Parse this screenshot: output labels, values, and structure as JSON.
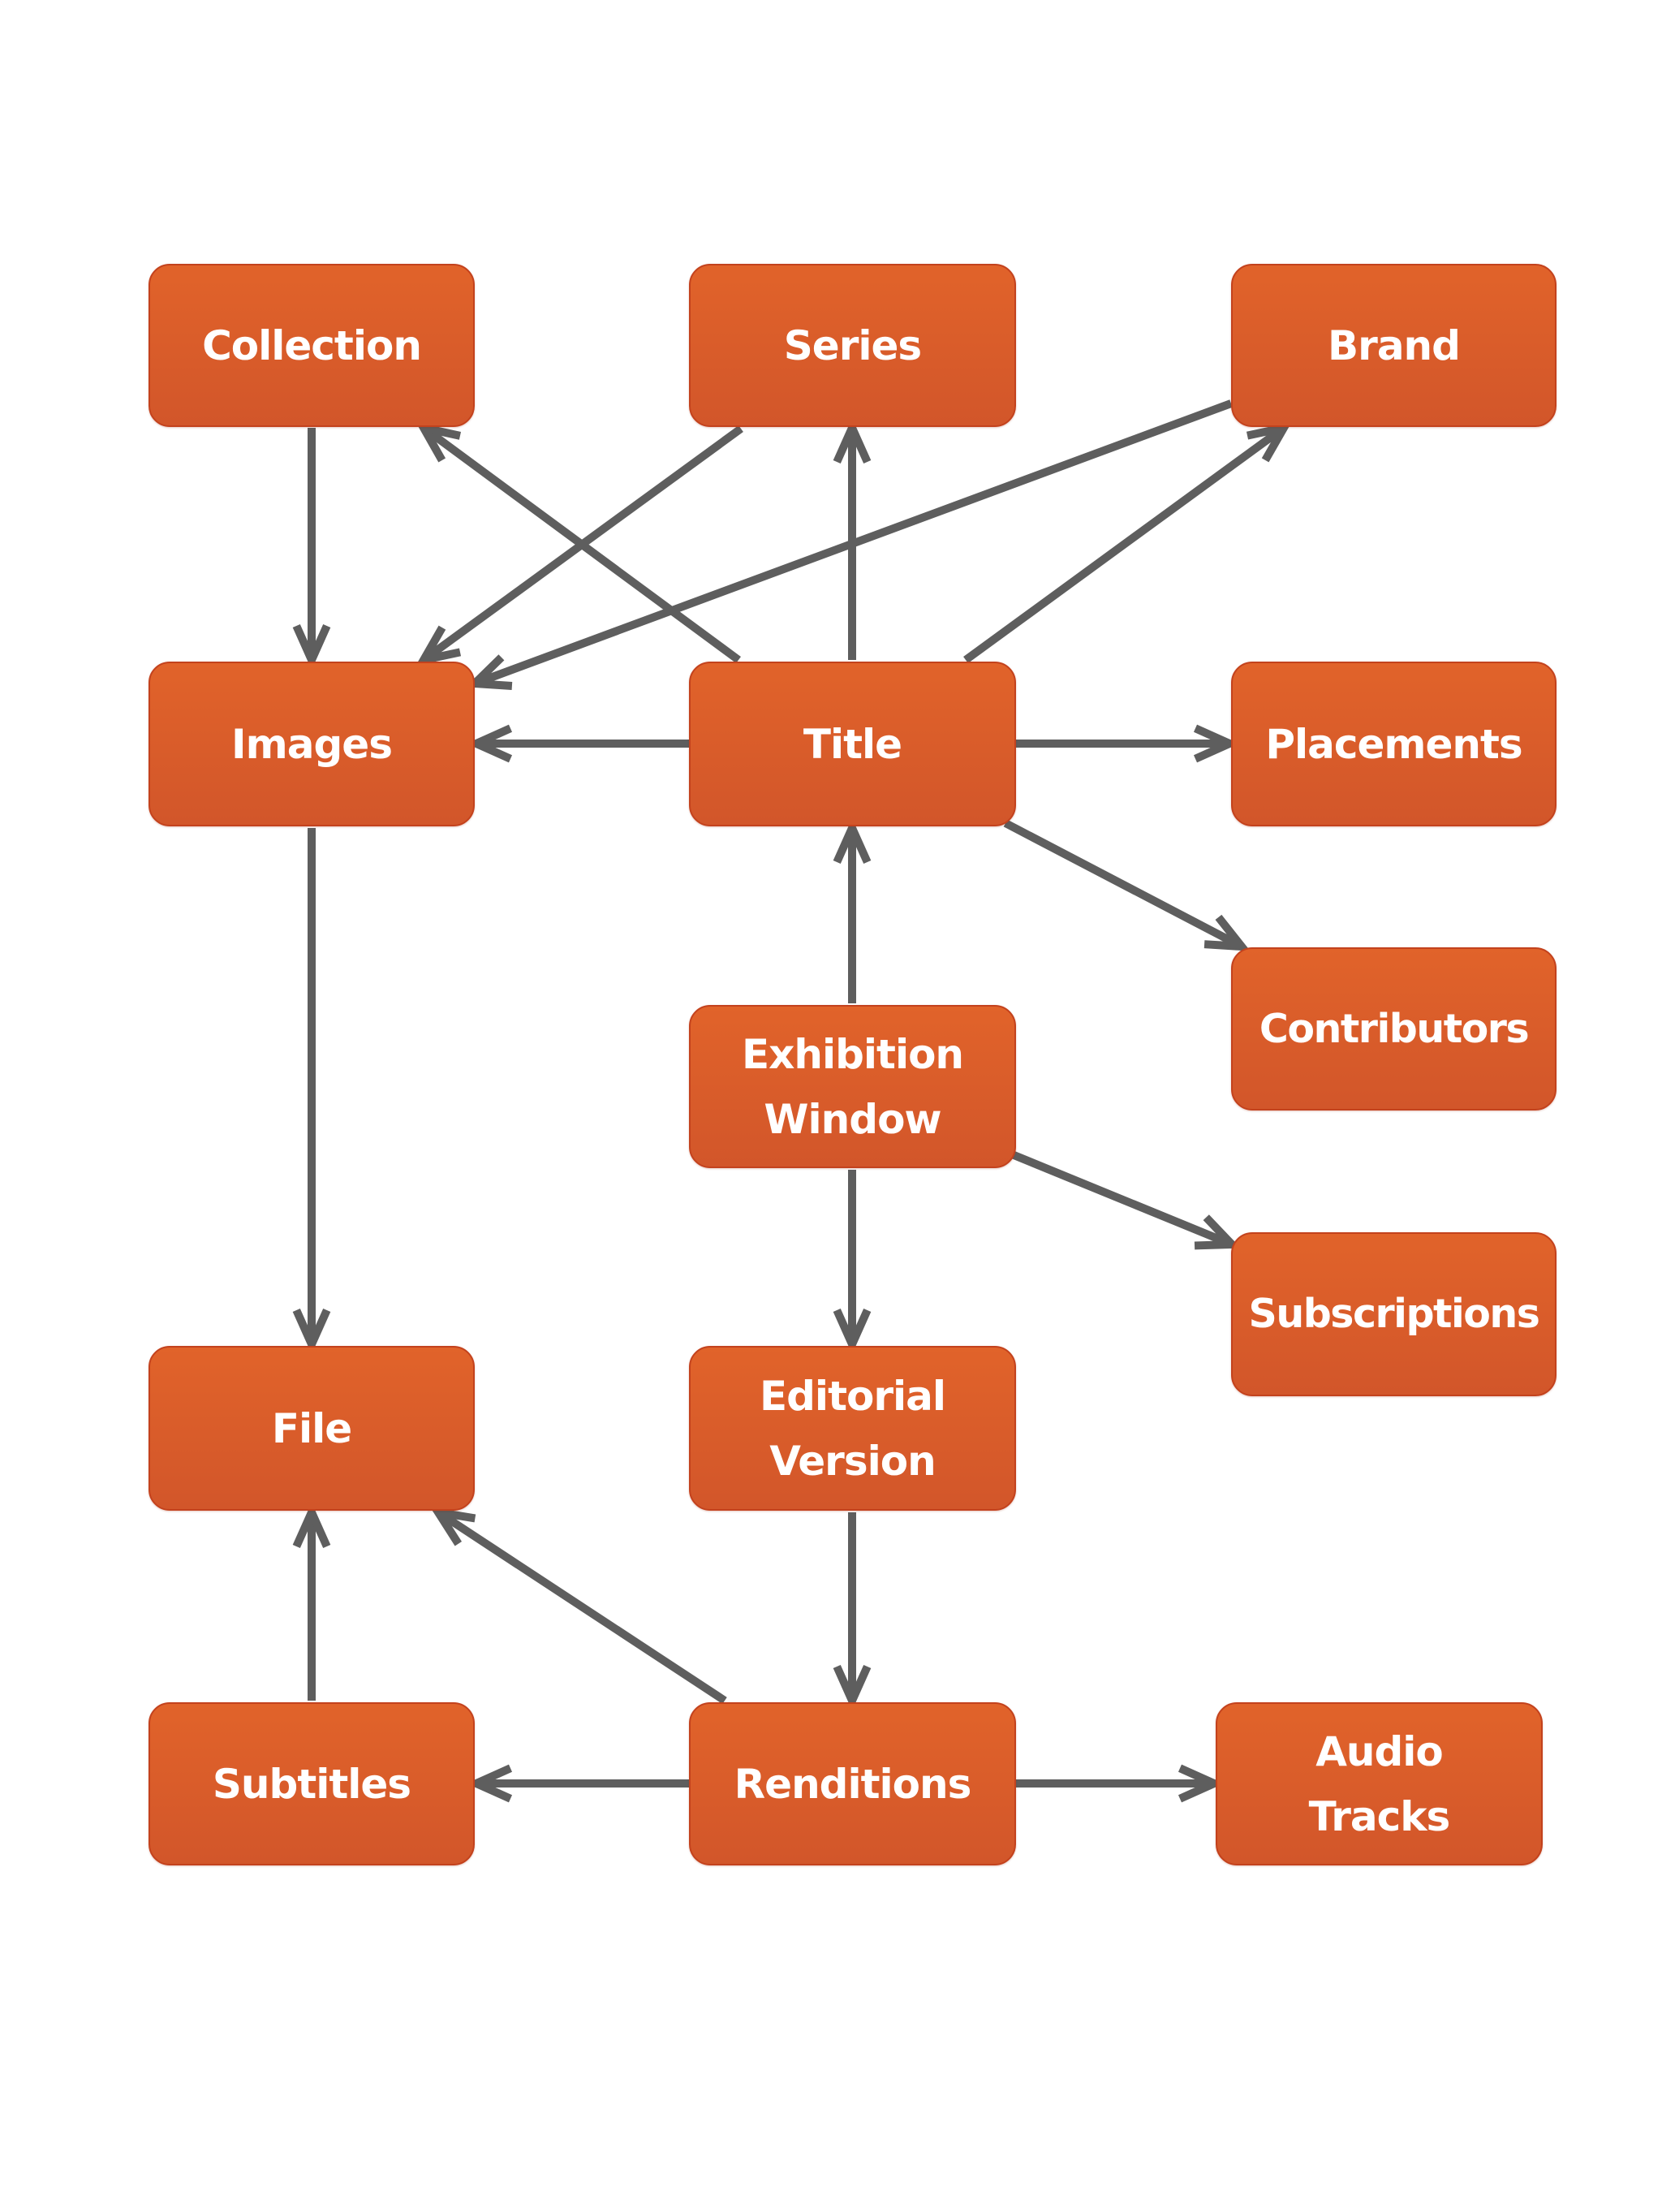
{
  "diagram": {
    "type": "entity-relationship",
    "colors": {
      "node_fill_top": "#e1632a",
      "node_fill_bottom": "#d2562a",
      "node_border": "#c3421d",
      "node_text": "#ffffff",
      "edge": "#5e5e5e",
      "background": "#ffffff"
    },
    "nodes": [
      {
        "id": "collection",
        "label": "Collection"
      },
      {
        "id": "series",
        "label": "Series"
      },
      {
        "id": "brand",
        "label": "Brand"
      },
      {
        "id": "images",
        "label": "Images"
      },
      {
        "id": "title",
        "label": "Title"
      },
      {
        "id": "placements",
        "label": "Placements"
      },
      {
        "id": "contributors",
        "label": "Contributors"
      },
      {
        "id": "exhibition_window",
        "label": "Exhibition\nWindow"
      },
      {
        "id": "subscriptions",
        "label": "Subscriptions"
      },
      {
        "id": "file",
        "label": "File"
      },
      {
        "id": "editorial_version",
        "label": "Editorial\nVersion"
      },
      {
        "id": "subtitles",
        "label": "Subtitles"
      },
      {
        "id": "renditions",
        "label": "Renditions"
      },
      {
        "id": "audio_tracks",
        "label": "Audio\nTracks"
      }
    ],
    "edges": [
      {
        "from": "collection",
        "to": "images"
      },
      {
        "from": "series",
        "to": "images"
      },
      {
        "from": "brand",
        "to": "images"
      },
      {
        "from": "title",
        "to": "collection"
      },
      {
        "from": "title",
        "to": "series"
      },
      {
        "from": "title",
        "to": "brand"
      },
      {
        "from": "title",
        "to": "images"
      },
      {
        "from": "title",
        "to": "placements"
      },
      {
        "from": "title",
        "to": "contributors"
      },
      {
        "from": "exhibition_window",
        "to": "title"
      },
      {
        "from": "exhibition_window",
        "to": "subscriptions"
      },
      {
        "from": "exhibition_window",
        "to": "editorial_version"
      },
      {
        "from": "images",
        "to": "file"
      },
      {
        "from": "editorial_version",
        "to": "renditions"
      },
      {
        "from": "renditions",
        "to": "file"
      },
      {
        "from": "renditions",
        "to": "subtitles"
      },
      {
        "from": "renditions",
        "to": "audio_tracks"
      },
      {
        "from": "subtitles",
        "to": "file"
      }
    ]
  }
}
